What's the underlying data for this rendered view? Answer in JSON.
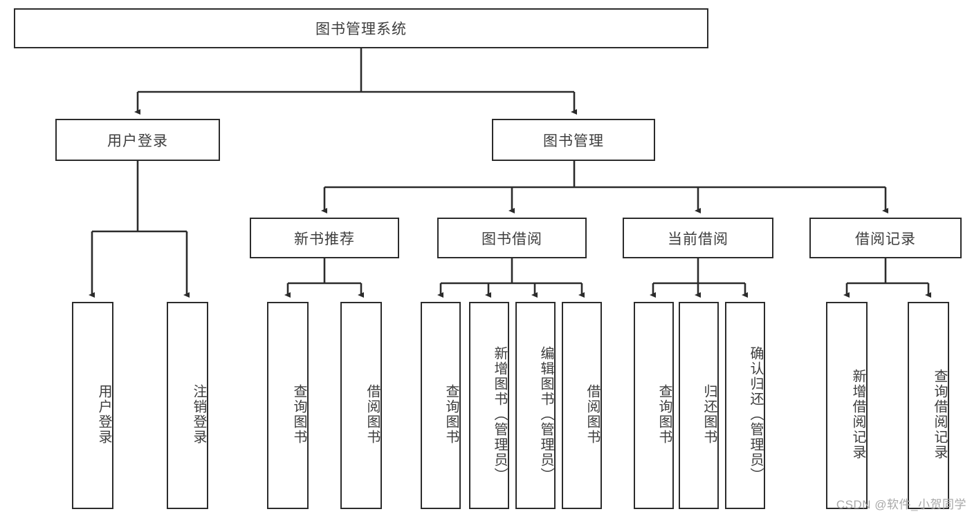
{
  "diagram": {
    "title": "图书管理系统",
    "watermark": "CSDN @软件_小贺同学",
    "line_color": "#2b2b2b",
    "text_color": "#3d3d3d",
    "background": "#ffffff",
    "root": {
      "label": "图书管理系统"
    },
    "level2": [
      {
        "label": "用户登录"
      },
      {
        "label": "图书管理"
      }
    ],
    "level3": [
      {
        "label": "新书推荐"
      },
      {
        "label": "图书借阅"
      },
      {
        "label": "当前借阅"
      },
      {
        "label": "借阅记录"
      }
    ],
    "leaves": {
      "user_login": [
        {
          "label": "用户登录"
        },
        {
          "label": "注销登录"
        }
      ],
      "new_book": [
        {
          "label": "查询图书"
        },
        {
          "label": "借阅图书"
        }
      ],
      "book_borrow": [
        {
          "label": "查询图书"
        },
        {
          "label": "新增图书（管理员）"
        },
        {
          "label": "编辑图书（管理员）"
        },
        {
          "label": "借阅图书"
        }
      ],
      "current_borrow": [
        {
          "label": "查询图书"
        },
        {
          "label": "归还图书"
        },
        {
          "label": "确认归还（管理员）"
        }
      ],
      "borrow_record": [
        {
          "label": "新增借阅记录"
        },
        {
          "label": "查询借阅记录"
        }
      ]
    }
  }
}
